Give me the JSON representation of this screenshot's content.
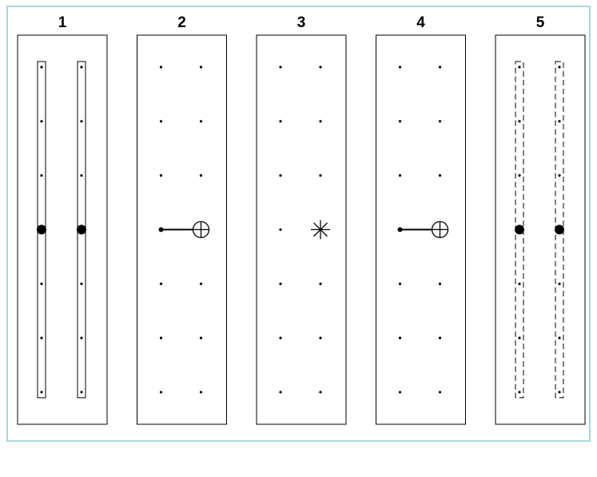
{
  "colors": {
    "frame_border": "#a9d9dd",
    "ink": "#000000",
    "background": "#ffffff"
  },
  "panels": [
    {
      "label": "1",
      "rows": 7,
      "columns": 2,
      "bars": "solid",
      "highlight_row": 4,
      "highlight": "big-dots"
    },
    {
      "label": "2",
      "rows": 7,
      "columns": 2,
      "bars": "none",
      "highlight_row": 4,
      "highlight": "line-to-crosshair"
    },
    {
      "label": "3",
      "rows": 7,
      "columns": 2,
      "bars": "none",
      "highlight_row": 4,
      "highlight": "asterisk"
    },
    {
      "label": "4",
      "rows": 7,
      "columns": 2,
      "bars": "none",
      "highlight_row": 4,
      "highlight": "line-to-crosshair"
    },
    {
      "label": "5",
      "rows": 7,
      "columns": 2,
      "bars": "dashed",
      "highlight_row": 4,
      "highlight": "big-dots"
    }
  ]
}
